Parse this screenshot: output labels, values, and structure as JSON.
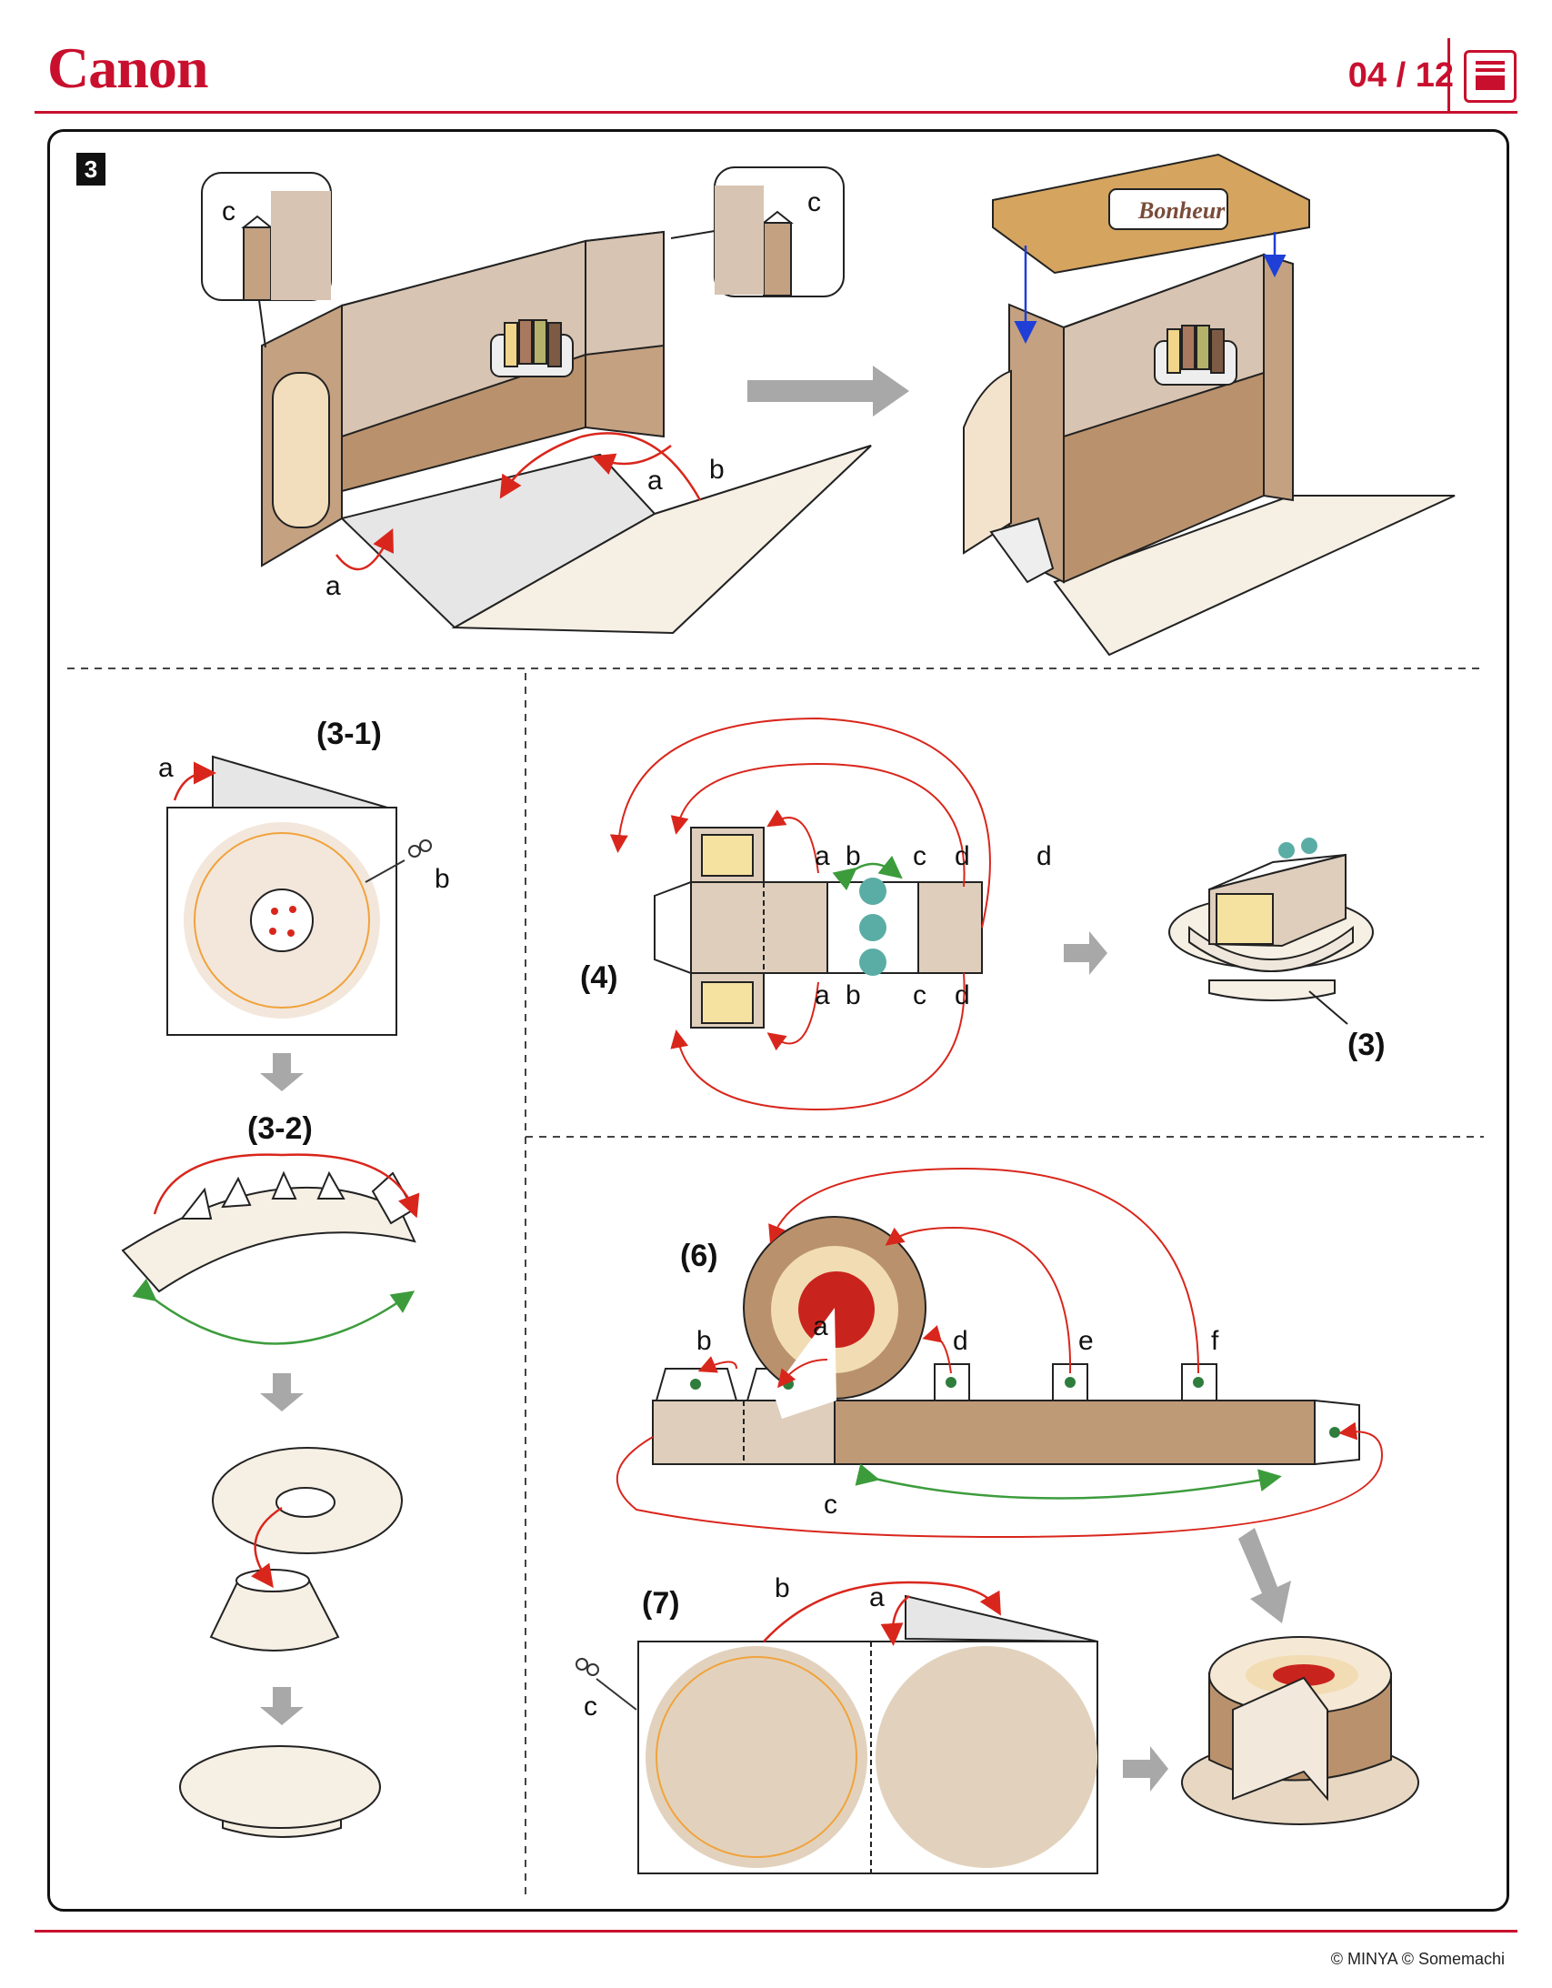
{
  "header": {
    "brand": "Canon",
    "page": "04 / 12"
  },
  "step": {
    "number": "3"
  },
  "top_panel": {
    "labels": {
      "a1": "a",
      "a2": "a",
      "b": "b",
      "c_left": "c",
      "c_right": "c"
    },
    "sign_text": "Bonheur"
  },
  "sub_steps": {
    "s3_1": "(3-1)",
    "s3_1_a": "a",
    "s3_1_b": "b",
    "s3_2": "(3-2)",
    "s4": "(4)",
    "s4_labels": [
      "a",
      "b",
      "c",
      "d",
      "d",
      "a",
      "b",
      "c",
      "d"
    ],
    "s3": "(3)",
    "s6": "(6)",
    "s6_labels": [
      "b",
      "a",
      "d",
      "e",
      "f",
      "c"
    ],
    "s7": "(7)",
    "s7_labels": [
      "b",
      "a",
      "c"
    ]
  },
  "footer": {
    "credits": "© MINYA  © Somemachi"
  },
  "colors": {
    "brand_red": "#c8102e",
    "brown": "#b7906e",
    "tan": "#decebb",
    "cream": "#f6efe4"
  }
}
